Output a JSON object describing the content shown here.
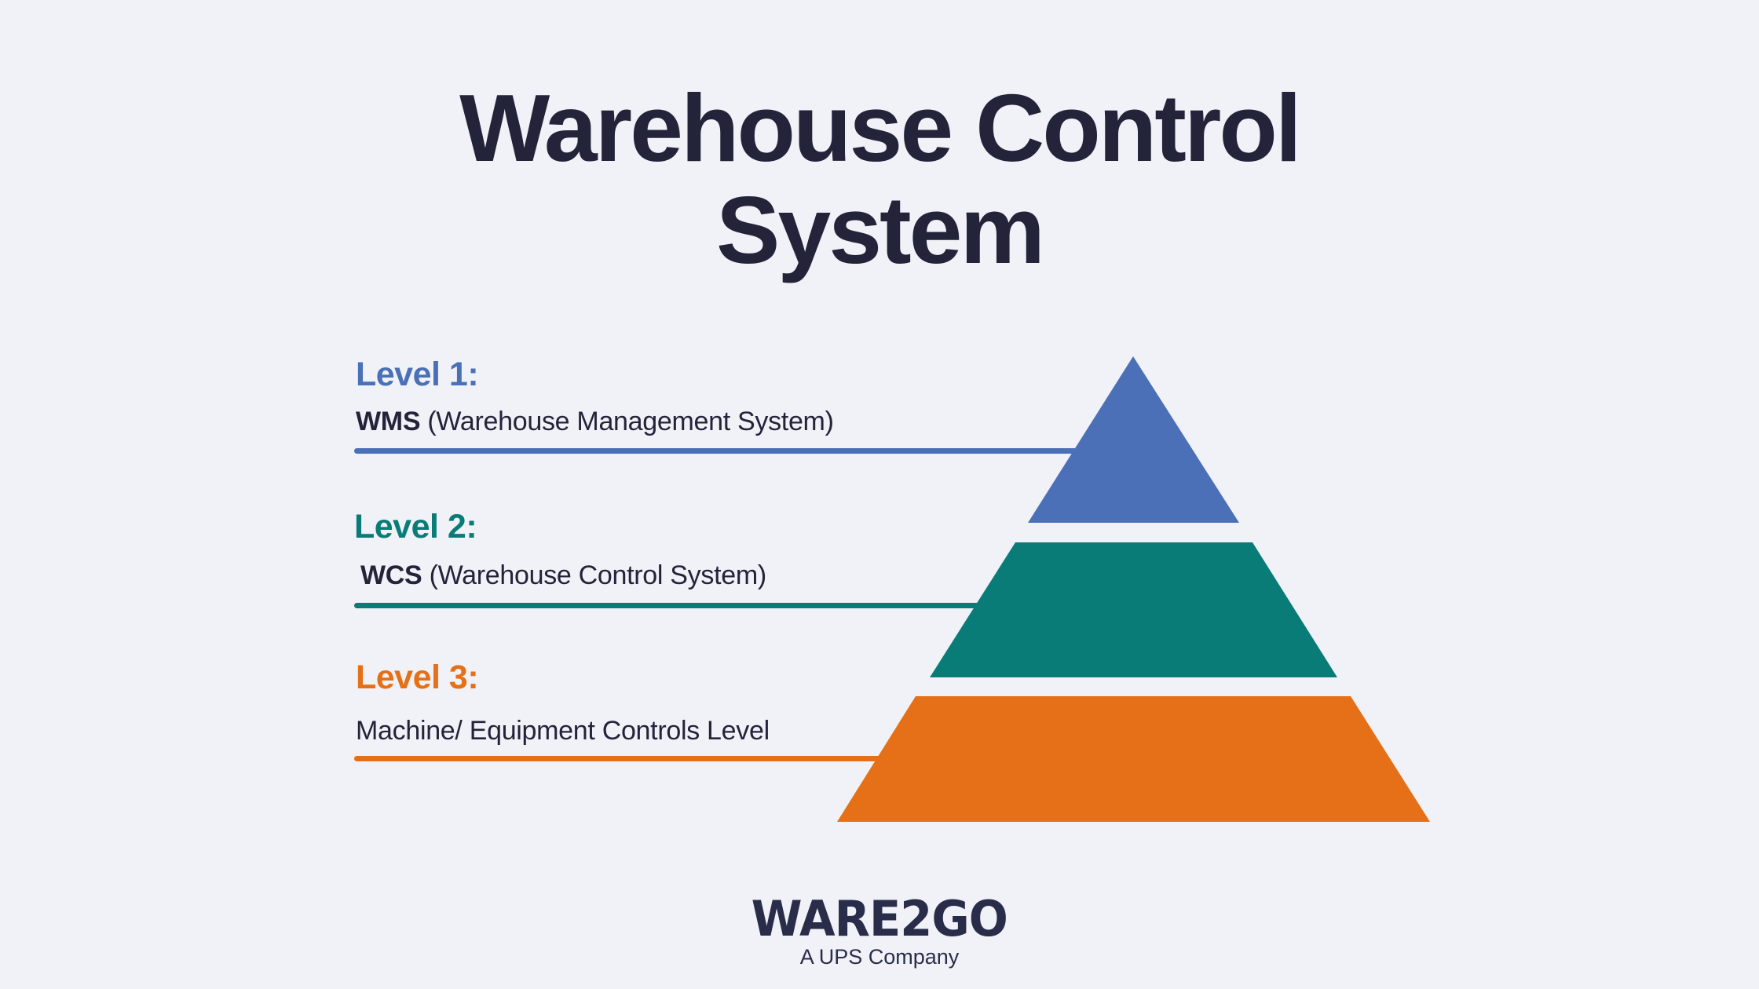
{
  "title": {
    "line1": "Warehouse Control",
    "line2": "System"
  },
  "colors": {
    "background": "#f1f2f7",
    "text": "#23243a",
    "level1": "#4b70b8",
    "level2": "#0a7c78",
    "level3": "#e57017",
    "logo": "#2a2d4a"
  },
  "levels": [
    {
      "label": "Level 1:",
      "acronym": "WMS",
      "description": " (Warehouse Management System)",
      "color": "#4b70b8"
    },
    {
      "label": "Level 2:",
      "acronym": "WCS",
      "description": " (Warehouse Control System)",
      "color": "#0a7c78"
    },
    {
      "label": "Level 3:",
      "acronym": "",
      "description": "Machine/ Equipment Controls Level",
      "color": "#e57017"
    }
  ],
  "logo": {
    "brand": "WARE2GO",
    "tagline": "A UPS Company"
  }
}
